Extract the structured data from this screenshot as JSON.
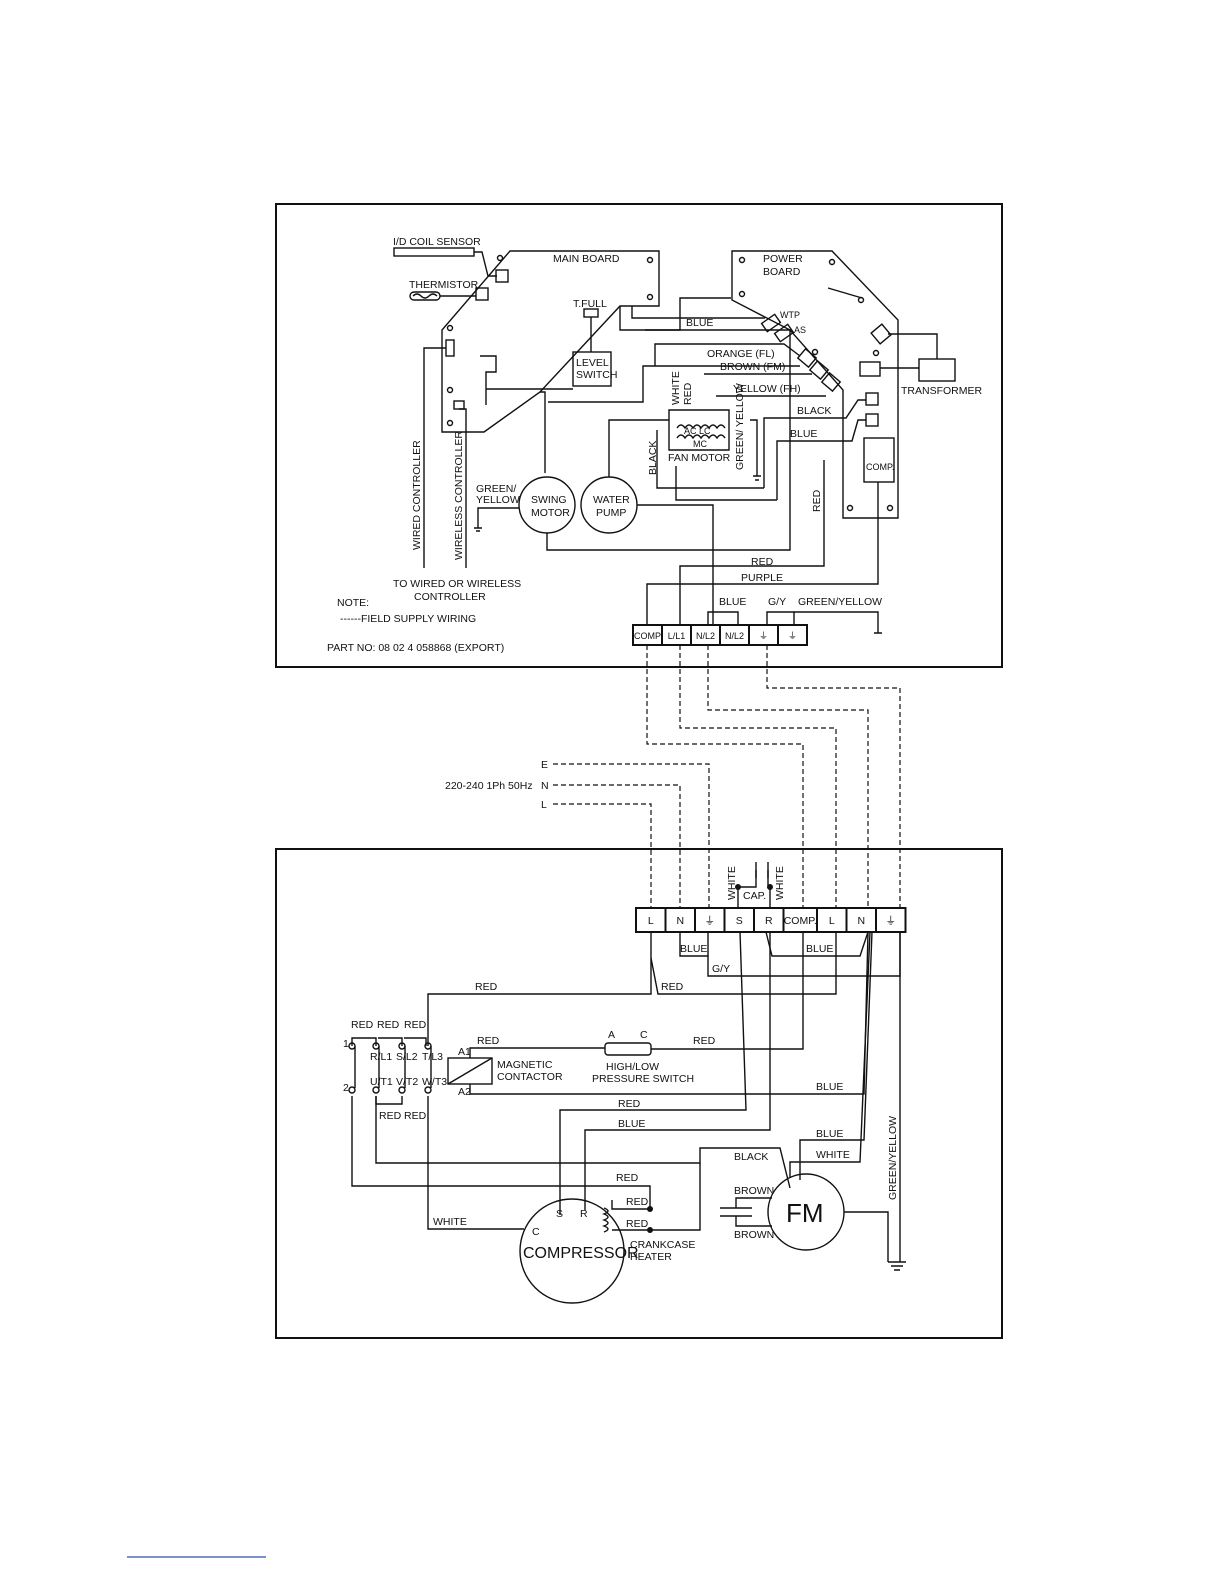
{
  "indoor": {
    "id_coil_sensor": "I/D COIL SENSOR",
    "main_board": "MAIN BOARD",
    "thermistor": "THERMISTOR",
    "t_full": "T.FULL",
    "level_switch_1": "LEVEL",
    "level_switch_2": "SWITCH",
    "power_board_1": "POWER",
    "power_board_2": "BOARD",
    "transformer": "TRANSFORMER",
    "blue": "BLUE",
    "orange_fl": "ORANGE (FL)",
    "brown_fm": "BROWN (FM)",
    "yellow_fh": "YELLOW (FH)",
    "black": "BLACK",
    "blue2": "BLUE",
    "white": "WHITE",
    "red": "RED",
    "fan_motor": "FAN MOTOR",
    "black_vert": "BLACK",
    "green_yellow_vert": "GREEN/ YELLOW",
    "red_vert": "RED",
    "green_yellow_1": "GREEN/",
    "green_yellow_2": "YELLOW",
    "swing_motor_1": "SWING",
    "swing_motor_2": "MOTOR",
    "water_pump_1": "WATER",
    "water_pump_2": "PUMP",
    "wired_controller": "WIRED CONTROLLER",
    "wireless_controller": "WIRELESS CONTROLLER",
    "to_controller_1": "TO WIRED OR WIRELESS",
    "to_controller_2": "CONTROLLER",
    "red_wire": "RED",
    "purple_wire": "PURPLE",
    "blue_wire": "BLUE",
    "gy_wire": "G/Y",
    "green_yellow_wire": "GREEN/YELLOW",
    "note": "NOTE:",
    "field_supply": "------FIELD SUPPLY   WIRING",
    "part_no": "PART NO: 08 02 4 058868 (EXPORT)",
    "terminals": [
      "COMP",
      "L/L1",
      "N/L2",
      "N/L2",
      "⏚",
      "⏚"
    ],
    "mc_labels": "AC  LC",
    "mc": "MC",
    "wtp": "WTP",
    "as": "AS",
    "comp_relay": "COMP."
  },
  "supply": {
    "e": "E",
    "n": "N",
    "l": "L",
    "spec": "220-240 1Ph 50Hz"
  },
  "outdoor": {
    "terminals": [
      "L",
      "N",
      "⏚",
      "S",
      "R",
      "COMP.",
      "L",
      "N",
      "⏚"
    ],
    "white_left": "WHITE",
    "cap": "CAP.",
    "white_right": "WHITE",
    "blue_a": "BLUE",
    "blue_b": "BLUE",
    "gy": "G/Y",
    "red_1": "RED",
    "red_2": "RED",
    "red_top": [
      "RED",
      "RED",
      "RED"
    ],
    "contacts_top": [
      "R/L1",
      "S/L2",
      "T/L3"
    ],
    "contacts_bottom": [
      "U/T1",
      "V/T2",
      "W/T3"
    ],
    "red_bottom": [
      "RED",
      "RED"
    ],
    "num_1": "1",
    "num_2": "2",
    "a1": "A1",
    "a2": "A2",
    "red_coil": "RED",
    "magnetic_1": "MAGNETIC",
    "magnetic_2": "CONTACTOR",
    "switch_a": "A",
    "switch_c": "C",
    "red_switch": "RED",
    "pressure_1": "HIGH/LOW",
    "pressure_2": "PRESSURE SWITCH",
    "blue_3": "BLUE",
    "red_3": "RED",
    "blue_4": "BLUE",
    "blue_5": "BLUE",
    "black": "BLACK",
    "white_fm": "WHITE",
    "red_4": "RED",
    "red_5": "RED",
    "red_6": "RED",
    "brown_1": "BROWN",
    "brown_2": "BROWN",
    "fm": "FM",
    "white_c": "WHITE",
    "s": "S",
    "r": "R",
    "c": "C",
    "compressor": "COMPRESSOR",
    "crankcase_1": "CRANKCASE",
    "crankcase_2": "HEATER",
    "green_yellow": "GREEN/YELLOW"
  }
}
